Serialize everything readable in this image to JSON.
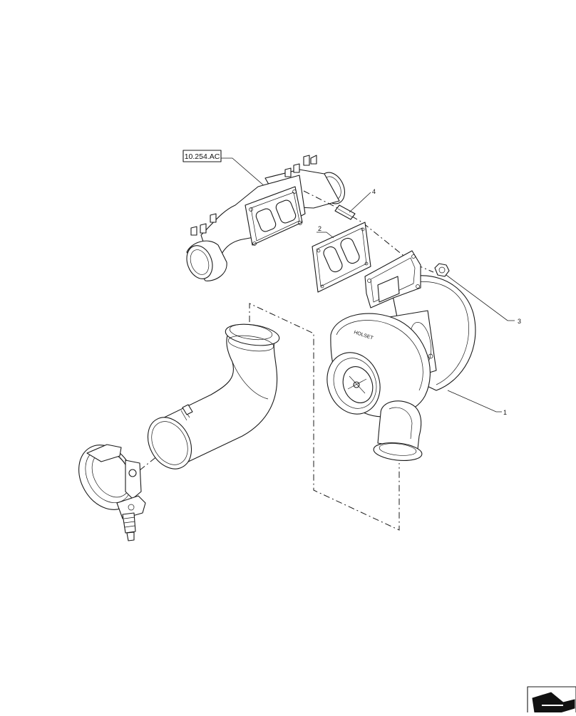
{
  "reference_label": "10.254.AC",
  "callouts": [
    "1",
    "2",
    "3",
    "4"
  ],
  "nav_icon": "next-page-arrow-icon"
}
